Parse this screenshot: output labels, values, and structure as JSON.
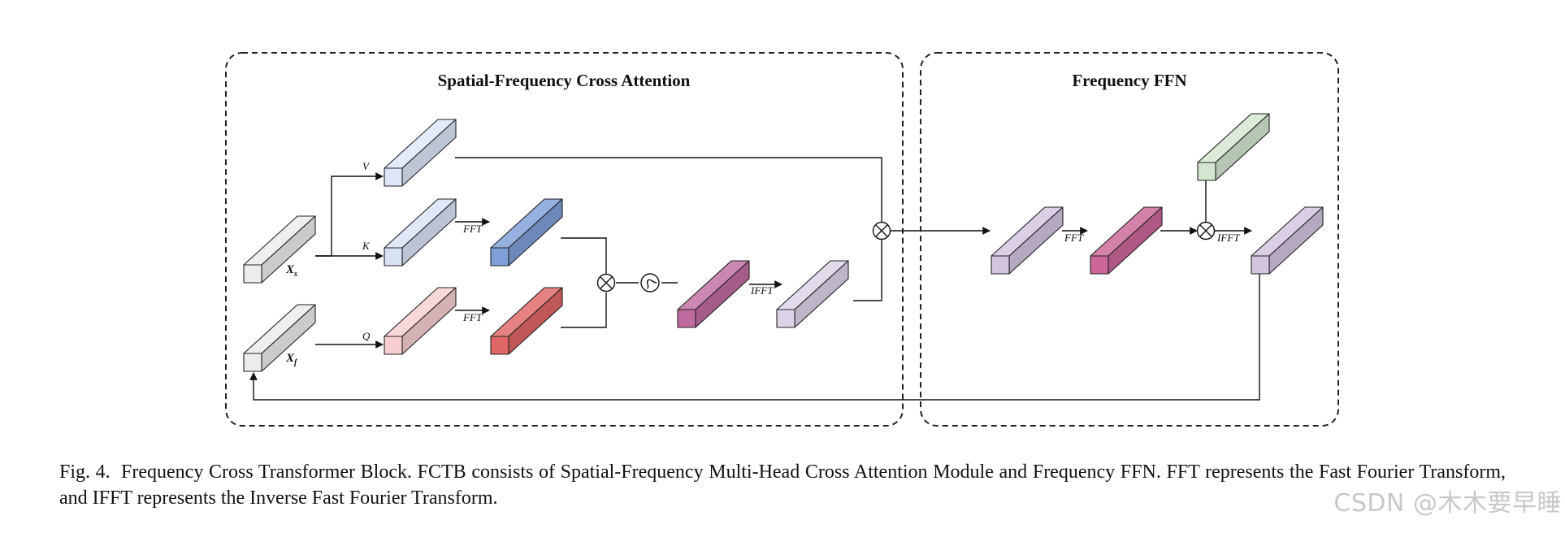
{
  "sections": {
    "attention_title": "Spatial-Frequency Cross Attention",
    "ffn_title": "Frequency FFN"
  },
  "labels": {
    "v": "V",
    "k": "K",
    "q": "Q",
    "xs_main": "X",
    "xs_sub": "s",
    "xf_main": "X",
    "xf_sub": "f",
    "fft_k": "FFT",
    "fft_q": "FFT",
    "ifft_attn": "IFFT",
    "fft_ffn": "FFT",
    "ifft_ffn": "IFFT"
  },
  "caption": {
    "label": "Fig. 4.",
    "text": "Frequency Cross Transformer Block. FCTB consists of Spatial-Frequency Multi-Head Cross Attention Module and Frequency FFN. FFT represents the Fast Fourier Transform, and IFFT represents the Inverse Fast Fourier Transform."
  },
  "watermark": "CSDN @木木要早睡",
  "colors": {
    "gray": "#ececec",
    "v_blue": "#dce6f8",
    "k_blue": "#d9e3f6",
    "fft_blue": "#7f9fd8",
    "q_red": "#f7cfd1",
    "fft_red": "#e06666",
    "magenta": "#c06ba0",
    "lavender": "#ddd3e8",
    "ffn_lavender": "#d3c5e0",
    "ffn_magenta": "#cc6699",
    "green": "#d3e6cf"
  }
}
